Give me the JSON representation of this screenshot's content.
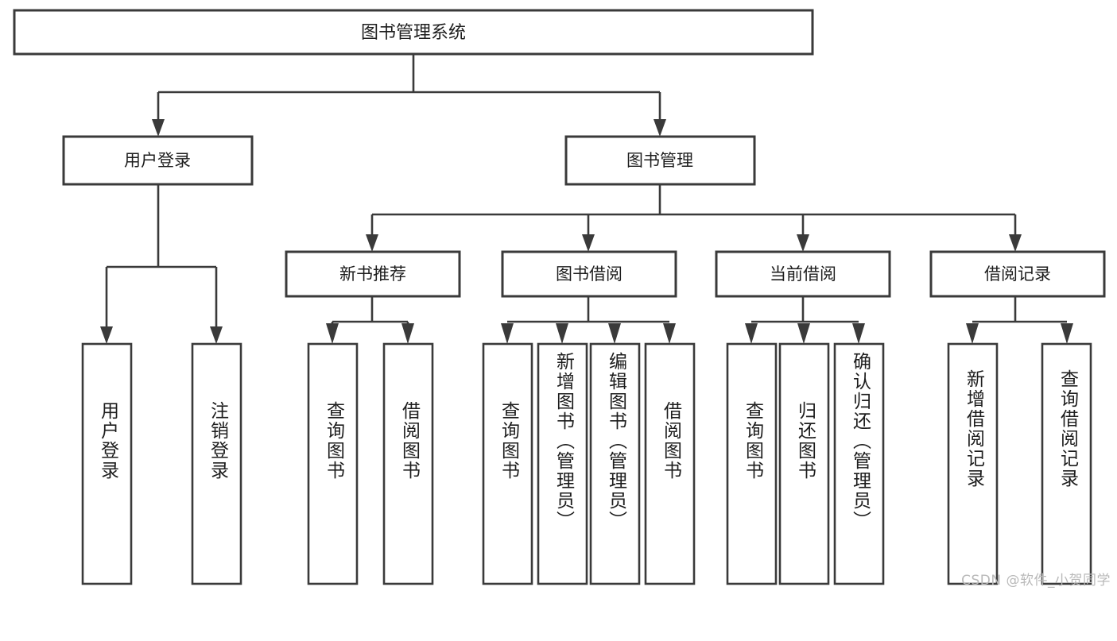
{
  "diagram": {
    "title": "图书管理系统",
    "type": "tree-hierarchy",
    "root": {
      "label": "图书管理系统"
    },
    "level2": [
      {
        "label": "用户登录"
      },
      {
        "label": "图书管理"
      }
    ],
    "level3": [
      {
        "label": "新书推荐"
      },
      {
        "label": "图书借阅"
      },
      {
        "label": "当前借阅"
      },
      {
        "label": "借阅记录"
      }
    ],
    "leaves": {
      "user_login": [
        {
          "label": "用户登录"
        },
        {
          "label": "注销登录"
        }
      ],
      "new_book_recommend": [
        {
          "label": "查询图书"
        },
        {
          "label": "借阅图书"
        }
      ],
      "book_borrow": [
        {
          "label": "查询图书"
        },
        {
          "label": "新增图书（管理员）"
        },
        {
          "label": "编辑图书（管理员）"
        },
        {
          "label": "借阅图书"
        }
      ],
      "current_borrow": [
        {
          "label": "查询图书"
        },
        {
          "label": "归还图书"
        },
        {
          "label": "确认归还（管理员）"
        }
      ],
      "borrow_record": [
        {
          "label": "新增借阅记录"
        },
        {
          "label": "查询借阅记录"
        }
      ]
    }
  },
  "watermark": {
    "text": "CSDN @软件_小贺同学"
  },
  "colors": {
    "background": "#ffffff",
    "stroke": "#3a3a3a",
    "text": "#1d1d1d",
    "watermark": "#b9b9b9"
  }
}
